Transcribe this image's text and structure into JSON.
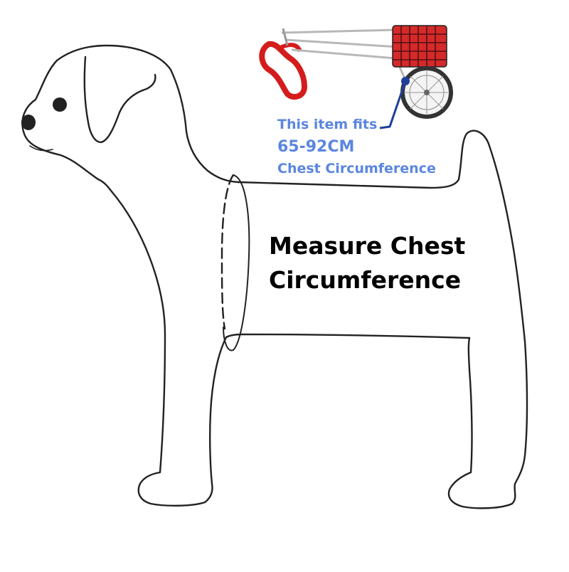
{
  "fit_callout": {
    "line1": "This item fits",
    "line2": "65-92CM",
    "line3": "Chest Circumference"
  },
  "instruction": {
    "line1": "Measure Chest",
    "line2": "Circumference"
  },
  "colors": {
    "callout_text": "#5b86e0",
    "callout_pointer": "#1f3f9a",
    "outline": "#222222",
    "basket": "#d42a2a",
    "harness": "#d41c1c",
    "frame": "#b8b8b8"
  }
}
